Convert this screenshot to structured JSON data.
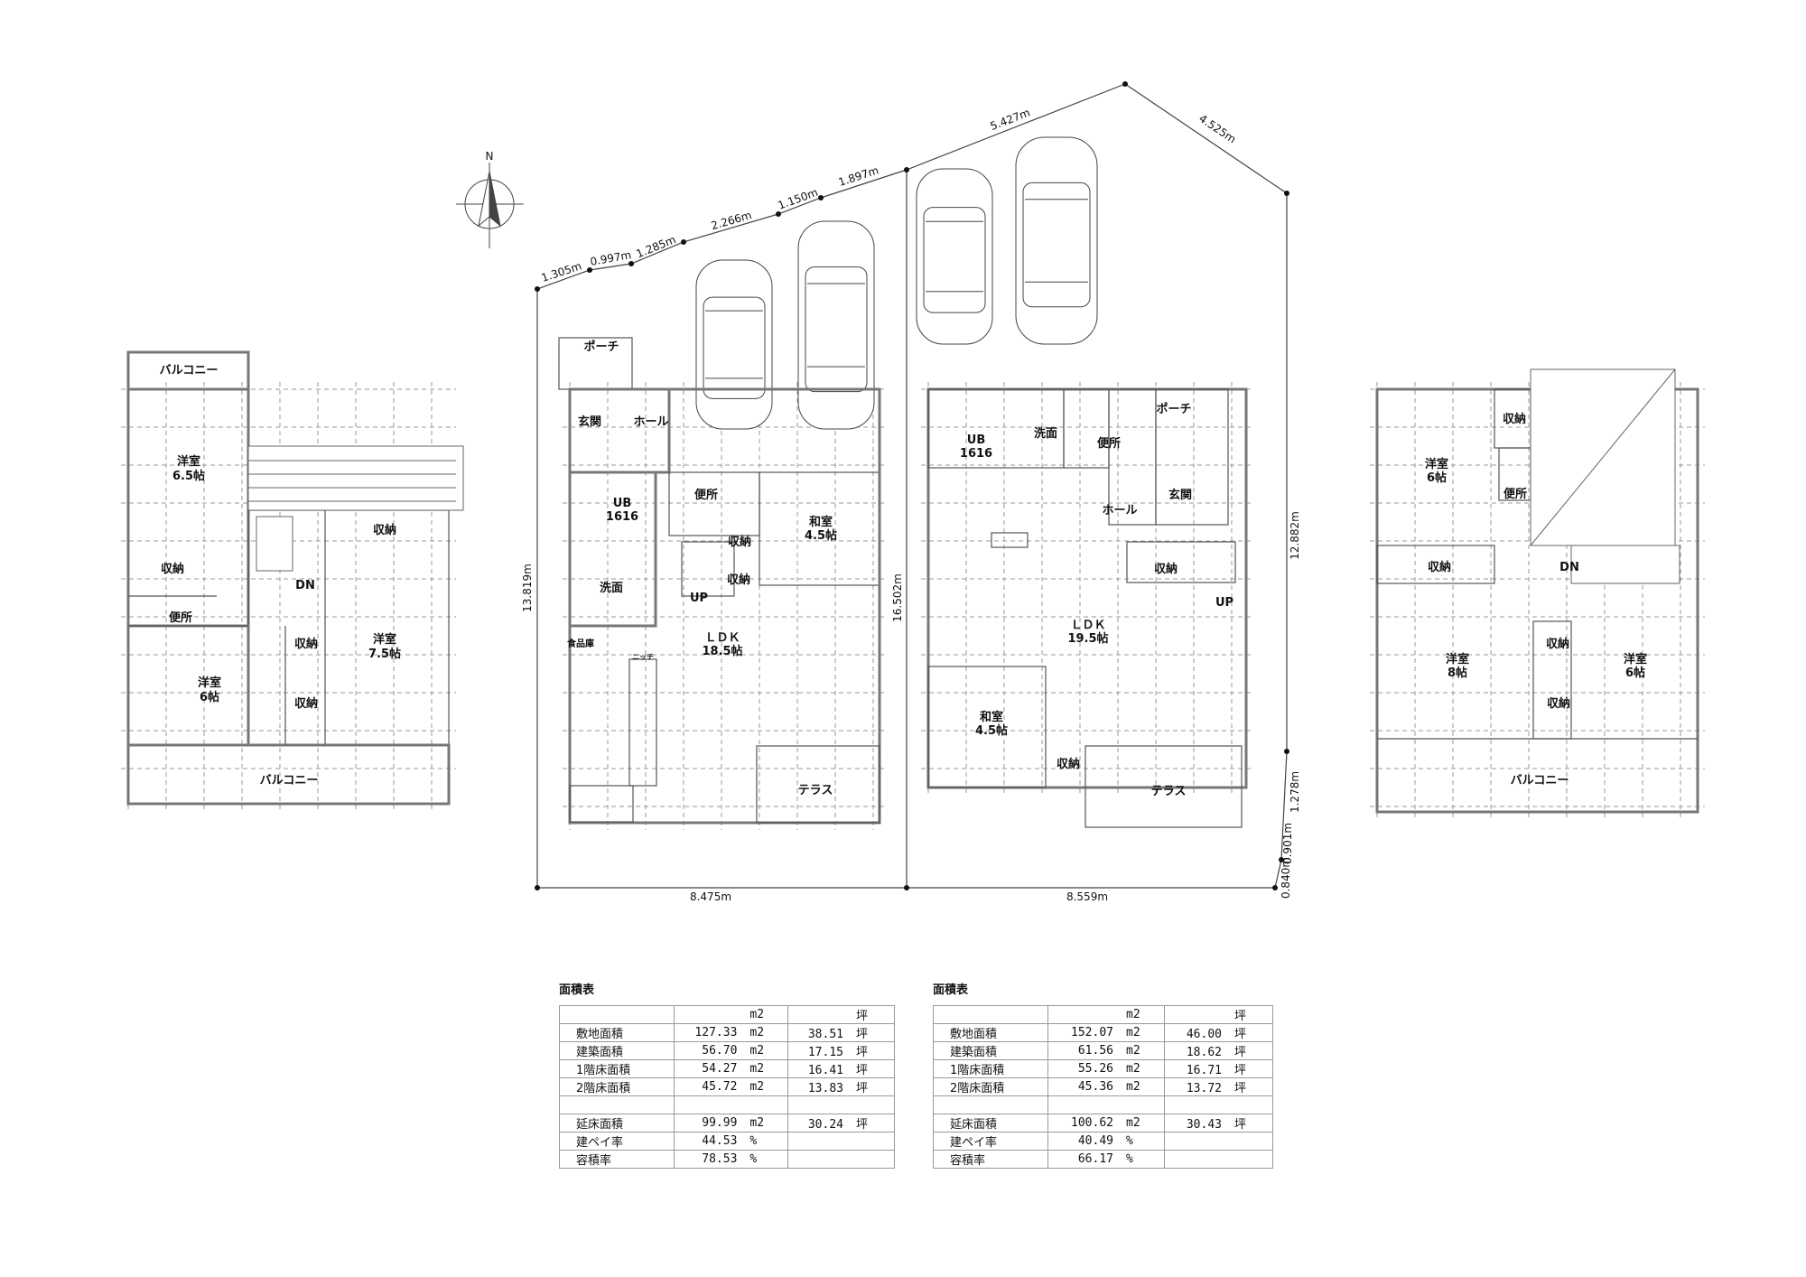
{
  "compass": {
    "north_label": "N"
  },
  "site_dims": {
    "top": [
      "1.305m",
      "0.997m",
      "1.285m",
      "2.266m",
      "1.150m",
      "1.897m",
      "5.427m",
      "4.525m"
    ],
    "left_height": "13.819m",
    "middle_height": "16.502m",
    "right_height": "12.882m",
    "right_small": [
      "1.278m",
      "0.901m",
      "0.840m"
    ],
    "bottom_left": "8.475m",
    "bottom_right": "8.559m"
  },
  "plan_a_2f": {
    "balcony_top": "バルコニー",
    "room1": [
      "洋室",
      "6.5帖"
    ],
    "storage1": "収納",
    "storage2": "収納",
    "dn": "DN",
    "toilet": "便所",
    "storage3": "収納",
    "room2": [
      "洋室",
      "7.5帖"
    ],
    "room3": [
      "洋室",
      "6帖"
    ],
    "storage4": "収納",
    "balcony_bottom": "バルコニー"
  },
  "plan_a_1f": {
    "porch": "ポーチ",
    "entrance": "玄関",
    "hall": "ホール",
    "ub": [
      "UB",
      "1616"
    ],
    "toilet": "便所",
    "washitsu": [
      "和室",
      "4.5帖"
    ],
    "storage1": "収納",
    "storage2": "収納",
    "wash": "洗面",
    "up": "UP",
    "pantry": "食品庫",
    "ldk": [
      "ＬＤＫ",
      "18.5帖"
    ],
    "niche": "ニッチ",
    "terrace": "テラス"
  },
  "plan_b_1f": {
    "ub": [
      "UB",
      "1616"
    ],
    "wash": "洗面",
    "porch": "ポーチ",
    "toilet": "便所",
    "entrance": "玄関",
    "hall": "ホール",
    "storage1": "収納",
    "up": "UP",
    "ldk": [
      "ＬＤＫ",
      "19.5帖"
    ],
    "washitsu": [
      "和室",
      "4.5帖"
    ],
    "storage2": "収納",
    "terrace": "テラス"
  },
  "plan_b_2f": {
    "storage1": "収納",
    "room1": [
      "洋室",
      "6帖"
    ],
    "toilet": "便所",
    "storage2": "収納",
    "dn": "DN",
    "storage3": "収納",
    "room2": [
      "洋室",
      "8帖"
    ],
    "room3": [
      "洋室",
      "6帖"
    ],
    "storage4": "収納",
    "balcony": "バルコニー"
  },
  "area_tables": [
    {
      "title": "面積表",
      "rows": [
        [
          "",
          "",
          "m2",
          "",
          "坪"
        ],
        [
          "敷地面積",
          "127.33",
          "m2",
          "38.51",
          "坪"
        ],
        [
          "建築面積",
          "56.70",
          "m2",
          "17.15",
          "坪"
        ],
        [
          "1階床面積",
          "54.27",
          "m2",
          "16.41",
          "坪"
        ],
        [
          "2階床面積",
          "45.72",
          "m2",
          "13.83",
          "坪"
        ],
        [
          "",
          "",
          "",
          "",
          ""
        ],
        [
          "延床面積",
          "99.99",
          "m2",
          "30.24",
          "坪"
        ],
        [
          "建ペイ率",
          "44.53",
          "%",
          "",
          ""
        ],
        [
          "容積率",
          "78.53",
          "%",
          "",
          ""
        ]
      ]
    },
    {
      "title": "面積表",
      "rows": [
        [
          "",
          "",
          "m2",
          "",
          "坪"
        ],
        [
          "敷地面積",
          "152.07",
          "m2",
          "46.00",
          "坪"
        ],
        [
          "建築面積",
          "61.56",
          "m2",
          "18.62",
          "坪"
        ],
        [
          "1階床面積",
          "55.26",
          "m2",
          "16.71",
          "坪"
        ],
        [
          "2階床面積",
          "45.36",
          "m2",
          "13.72",
          "坪"
        ],
        [
          "",
          "",
          "",
          "",
          ""
        ],
        [
          "延床面積",
          "100.62",
          "m2",
          "30.43",
          "坪"
        ],
        [
          "建ペイ率",
          "40.49",
          "%",
          "",
          ""
        ],
        [
          "容積率",
          "66.17",
          "%",
          "",
          ""
        ]
      ]
    }
  ]
}
